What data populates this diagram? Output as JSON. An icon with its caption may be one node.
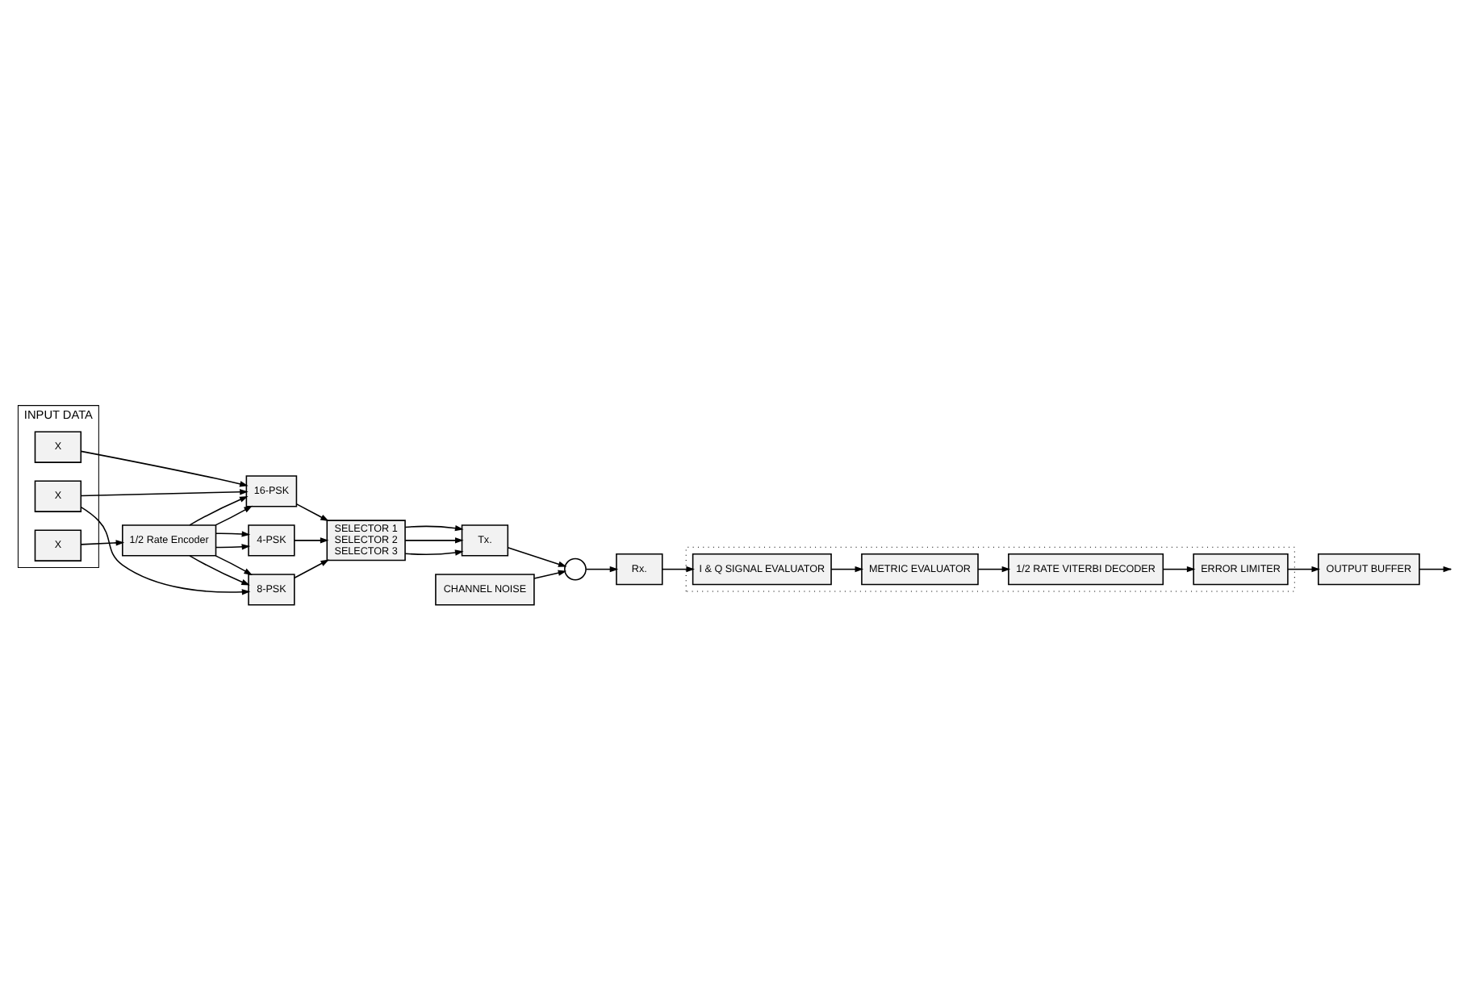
{
  "diagram": {
    "nodes": [
      {
        "text": [
          "INPUT DATA"
        ]
      },
      {
        "text": [
          "X"
        ],
        "in": 0
      },
      {
        "text": [
          "X"
        ],
        "in": 0
      },
      {
        "text": [
          "X"
        ],
        "in": 0
      },
      {
        "text": [
          "1/2 Rate Encoder"
        ]
      },
      {
        "text": [
          "16-PSK"
        ]
      },
      {
        "text": [
          "8-PSK"
        ]
      },
      {
        "text": [
          "4-PSK"
        ]
      },
      {
        "text": [
          "SELECTOR 1",
          "SELECTOR 2",
          "SELECTOR 3"
        ]
      },
      {
        "text": [
          "Tx."
        ]
      },
      {
        "text": [
          "CHANNEL NOISE"
        ]
      },
      {
        "text": [],
        "shape": "circle"
      },
      {
        "text": [
          "Rx."
        ]
      },
      {
        "text": [],
        "shape": "box"
      },
      {
        "text": [
          "I & Q SIGNAL EVALUATOR"
        ],
        "in": 13
      },
      {
        "text": [
          "METRIC EVALUATOR"
        ],
        "in": 13
      },
      {
        "text": [
          "1/2 RATE VITERBI DECODER"
        ],
        "in": 13
      },
      {
        "text": [
          "ERROR LIMITER"
        ],
        "in": 13
      },
      {
        "text": [
          "OUTPUT BUFFER"
        ]
      }
    ],
    "edges": [
      {
        "from": 3,
        "to": 4,
        "arrow": "to"
      },
      {
        "from": 4,
        "to": 5,
        "arrow": "to"
      },
      {
        "from": 4,
        "to": 5,
        "arrow": "to"
      },
      {
        "from": 2,
        "to": 5,
        "arrow": "to"
      },
      {
        "from": 1,
        "to": 5,
        "arrow": "to"
      },
      {
        "from": 4,
        "to": 6,
        "arrow": "to"
      },
      {
        "from": 4,
        "to": 6,
        "arrow": "to"
      },
      {
        "from": 2,
        "to": 6,
        "arrow": "to"
      },
      {
        "from": 4,
        "to": 7,
        "arrow": "to"
      },
      {
        "from": 4,
        "to": 7,
        "arrow": "to"
      },
      {
        "from": 5,
        "to": 8,
        "arrow": "to"
      },
      {
        "from": 6,
        "to": 8,
        "arrow": "to"
      },
      {
        "from": 7,
        "to": 8,
        "arrow": "to"
      },
      {
        "from": 8,
        "to": 9,
        "arrow": "to"
      },
      {
        "from": 8,
        "to": 9,
        "arrow": "to"
      },
      {
        "from": 8,
        "to": 9,
        "arrow": "to"
      },
      {
        "from": 9,
        "to": 11,
        "arrow": "to"
      },
      {
        "from": 10,
        "to": 11,
        "arrow": "to"
      },
      {
        "from": 11,
        "to": 12,
        "arrow": "to"
      },
      {
        "from": 12,
        "to": 14,
        "arrow": "to"
      },
      {
        "from": 14,
        "to": 15,
        "arrow": "to"
      },
      {
        "from": 15,
        "to": 16,
        "arrow": "to"
      },
      {
        "from": 16,
        "to": 17,
        "arrow": "to"
      },
      {
        "from": 17,
        "to": 18,
        "arrow": "to"
      },
      {
        "from": 18,
        "to": null,
        "arrow": "to"
      }
    ]
  }
}
